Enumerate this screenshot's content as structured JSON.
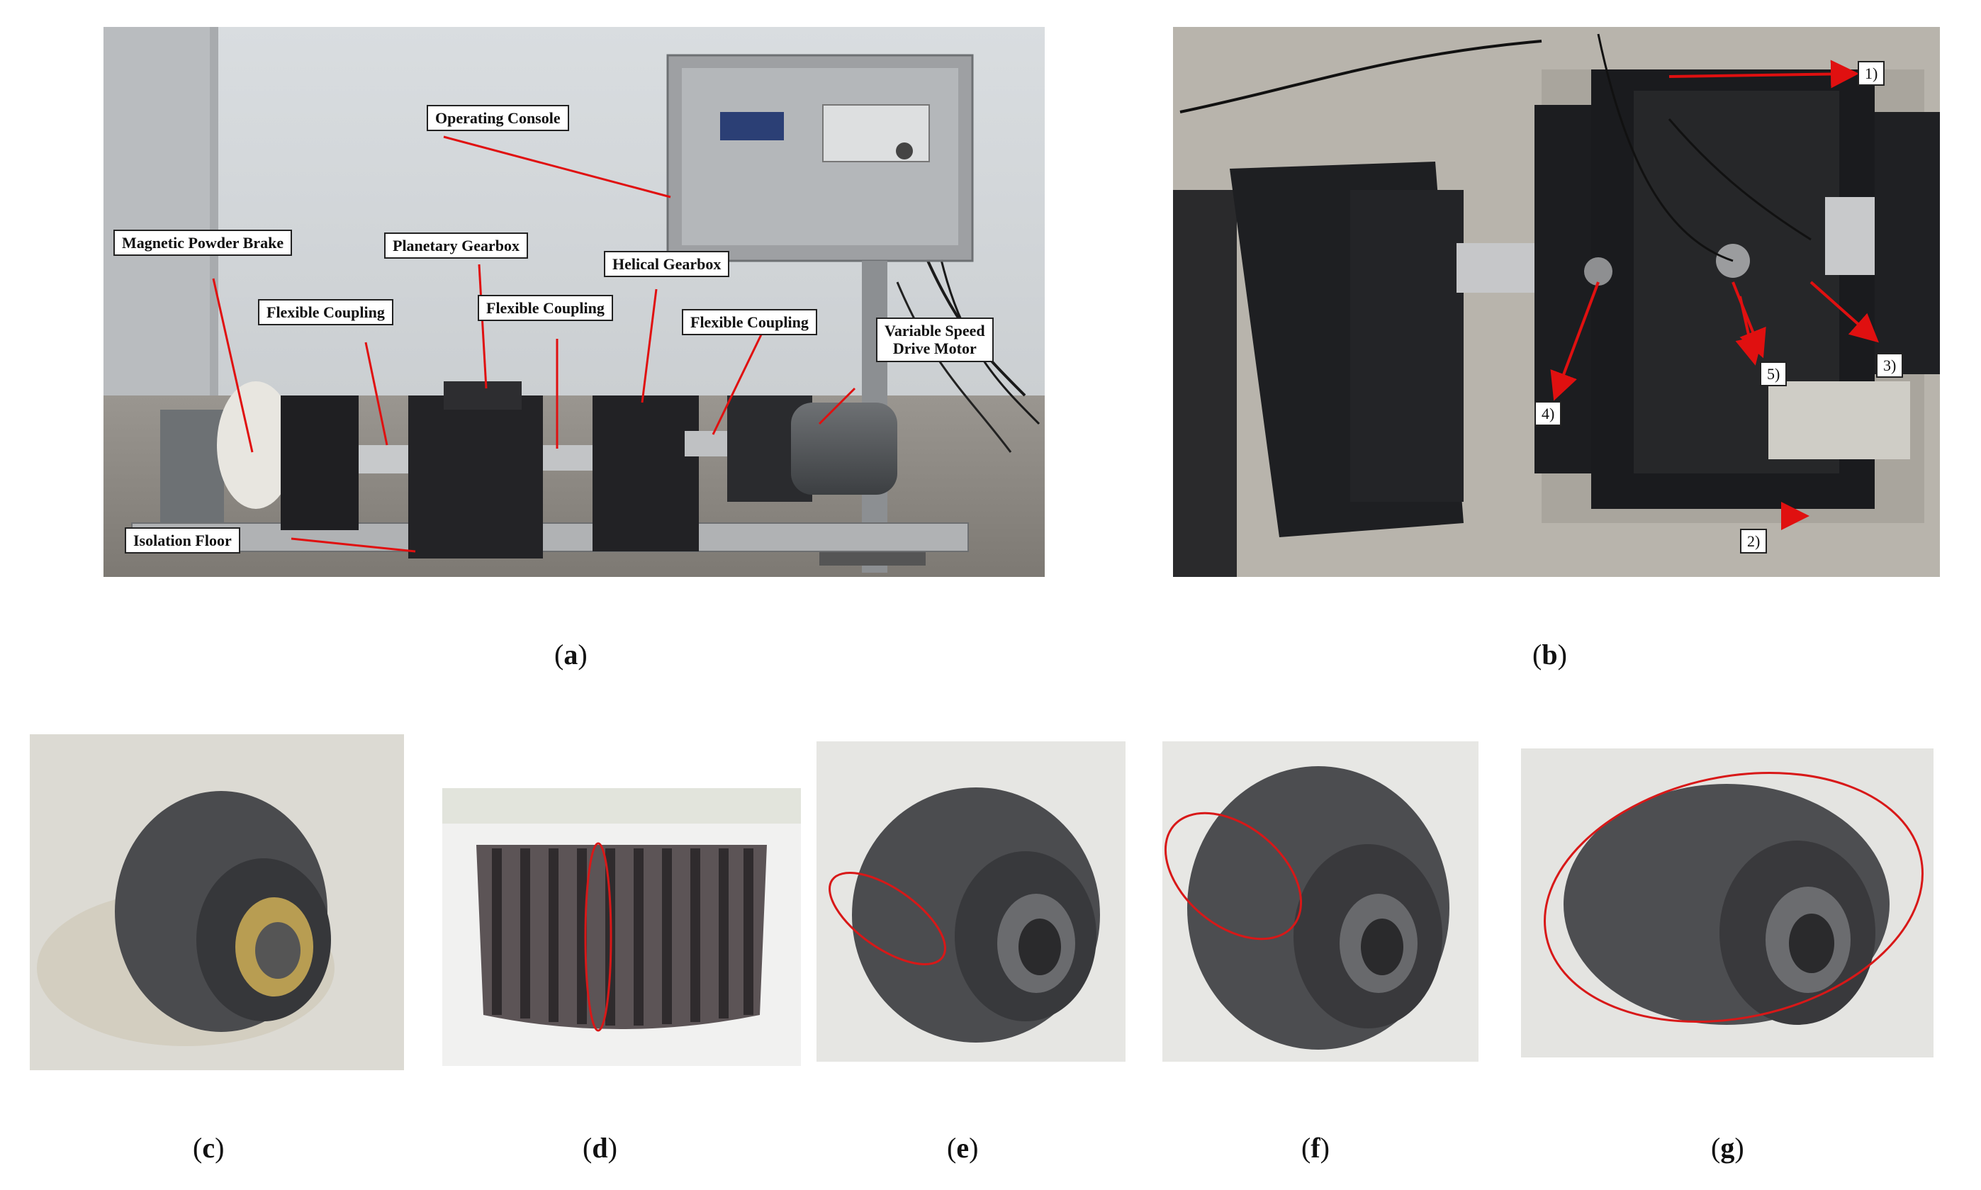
{
  "panel_a": {
    "labels": {
      "operating_console": "Operating Console",
      "magnetic_powder_brake": "Magnetic Powder Brake",
      "planetary_gearbox": "Planetary Gearbox",
      "helical_gearbox": "Helical Gearbox",
      "flexible_coupling_1": "Flexible Coupling",
      "flexible_coupling_2": "Flexible Coupling",
      "flexible_coupling_3": "Flexible Coupling",
      "variable_speed_drive_motor_line1": "Variable Speed",
      "variable_speed_drive_motor_line2": "Drive Motor",
      "isolation_floor": "Isolation Floor"
    }
  },
  "panel_b": {
    "labels": {
      "n1": "1)",
      "n2": "2)",
      "n3": "3)",
      "n4": "4)",
      "n5": "5)"
    }
  },
  "captions": {
    "a_open": "(",
    "a": "a",
    "a_close": ")",
    "b_open": "(",
    "b": "b",
    "b_close": ")",
    "c_open": "(",
    "c": "c",
    "c_close": ")",
    "d_open": "(",
    "d": "d",
    "d_close": ")",
    "e_open": "(",
    "e": "e",
    "e_close": ")",
    "f_open": "(",
    "f": "f",
    "f_close": ")",
    "g_open": "(",
    "g": "g",
    "g_close": ")"
  },
  "colors": {
    "arrow": "#e01010",
    "highlight": "#d81818"
  }
}
